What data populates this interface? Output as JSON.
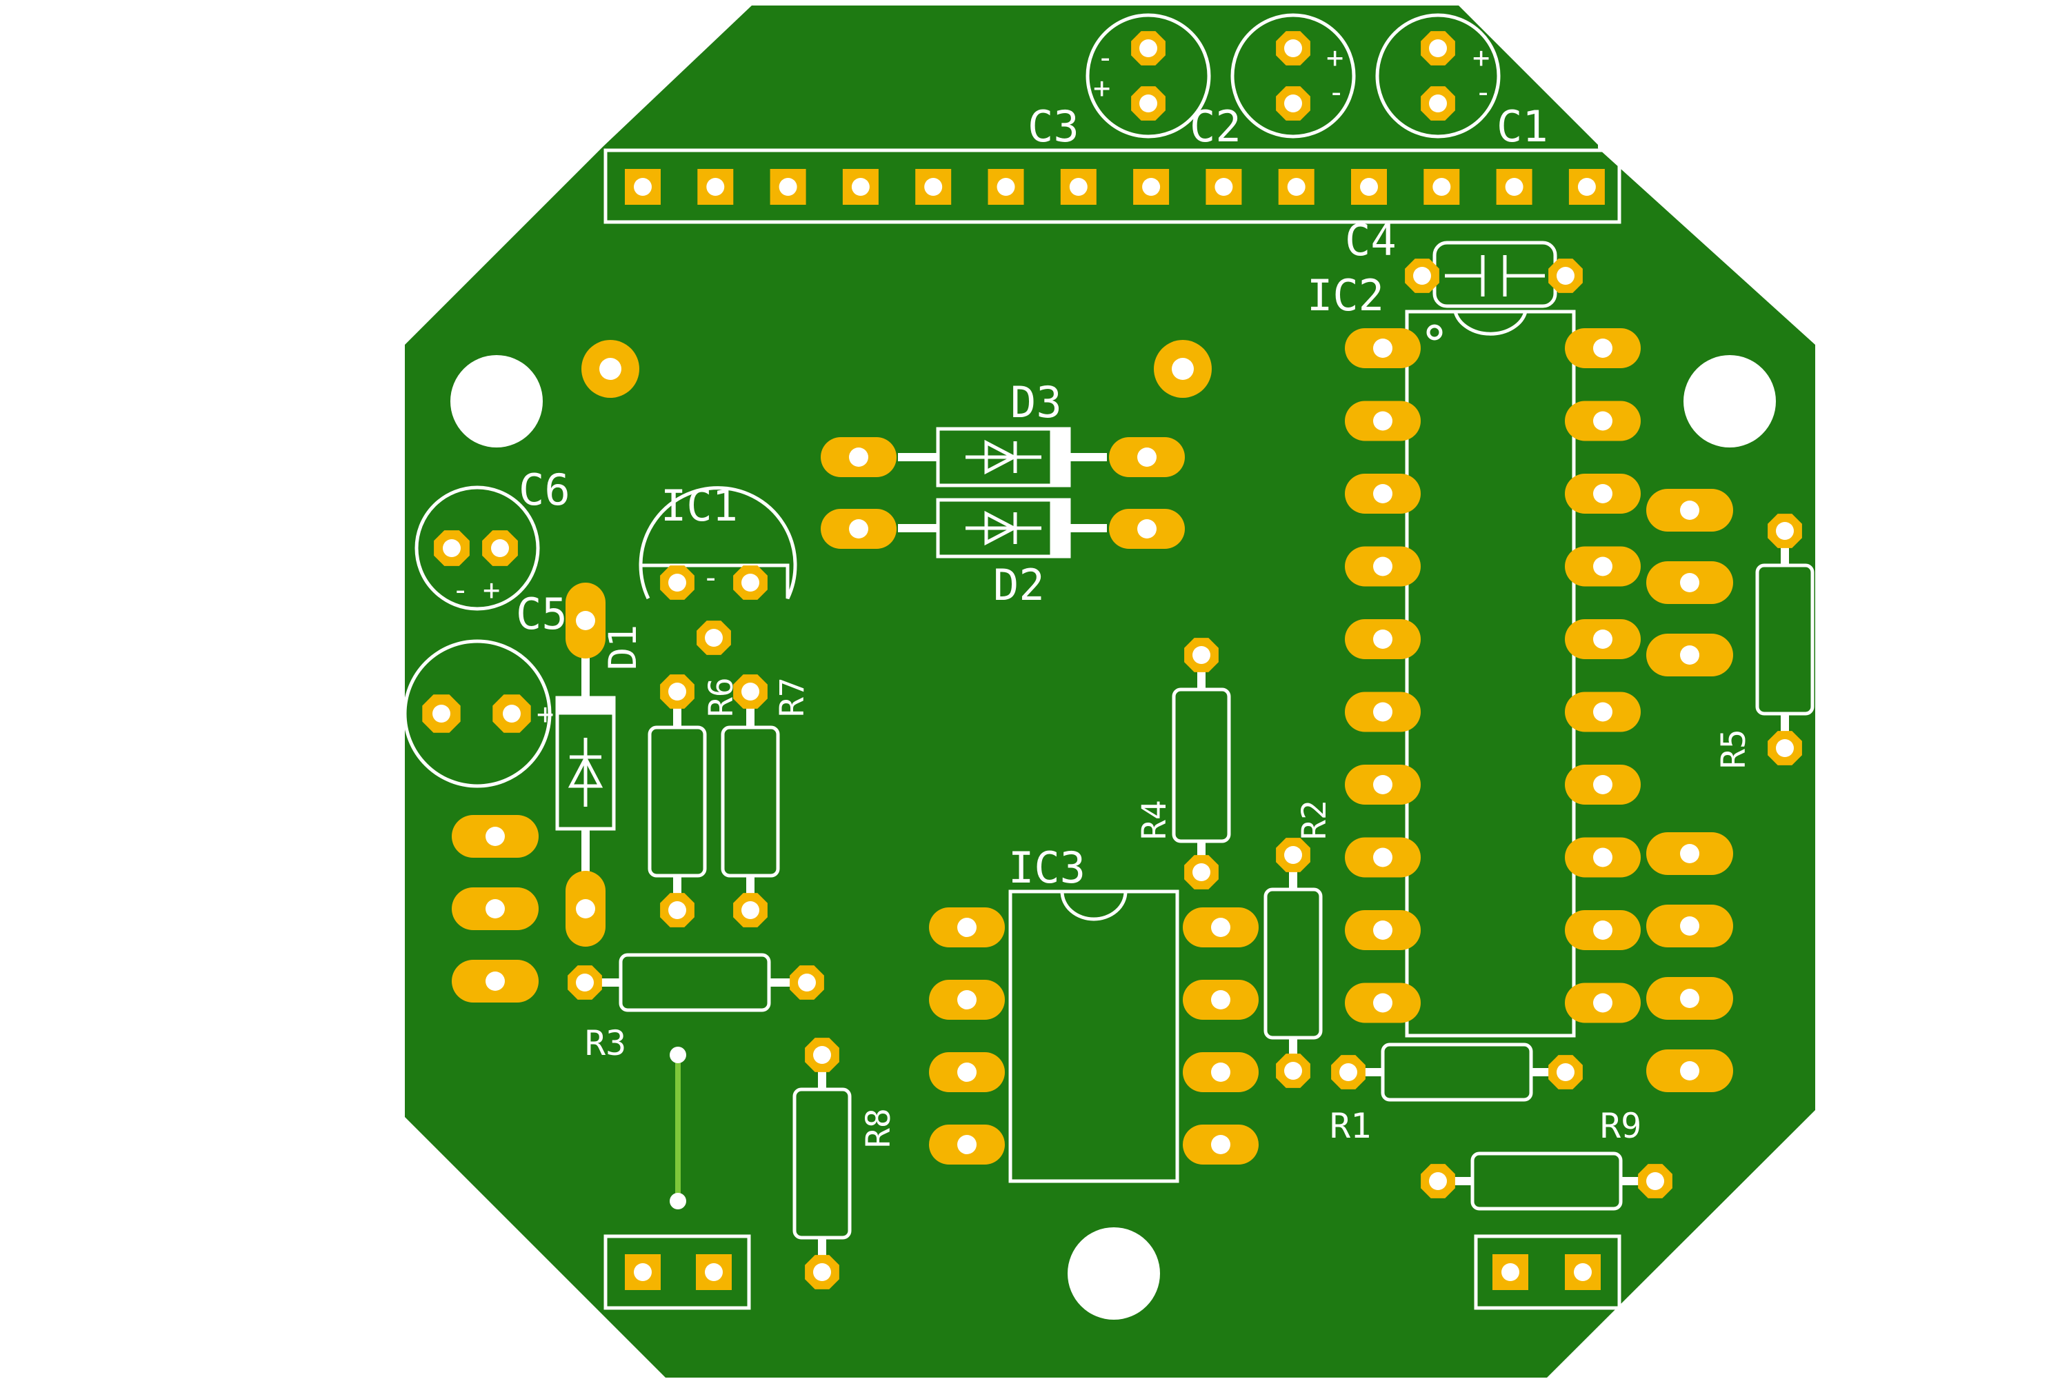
{
  "colors": {
    "board": "#1e7a12",
    "pad": "#f5b400",
    "hole": "#ffffff",
    "silk": "#ffffff",
    "trace": "#7ec83a",
    "background": "#ffffff"
  },
  "labels": {
    "c1": "C1",
    "c2": "C2",
    "c3": "C3",
    "c4": "C4",
    "c5": "C5",
    "c6": "C6",
    "ic1": "IC1",
    "ic2": "IC2",
    "ic3": "IC3",
    "d1": "D1",
    "d2": "D2",
    "d3": "D3",
    "r1": "R1",
    "r2": "R2",
    "r3": "R3",
    "r4": "R4",
    "r5": "R5",
    "r6": "R6",
    "r7": "R7",
    "r8": "R8",
    "r9": "R9"
  },
  "polarity": {
    "plus": "+",
    "minus": "-"
  }
}
